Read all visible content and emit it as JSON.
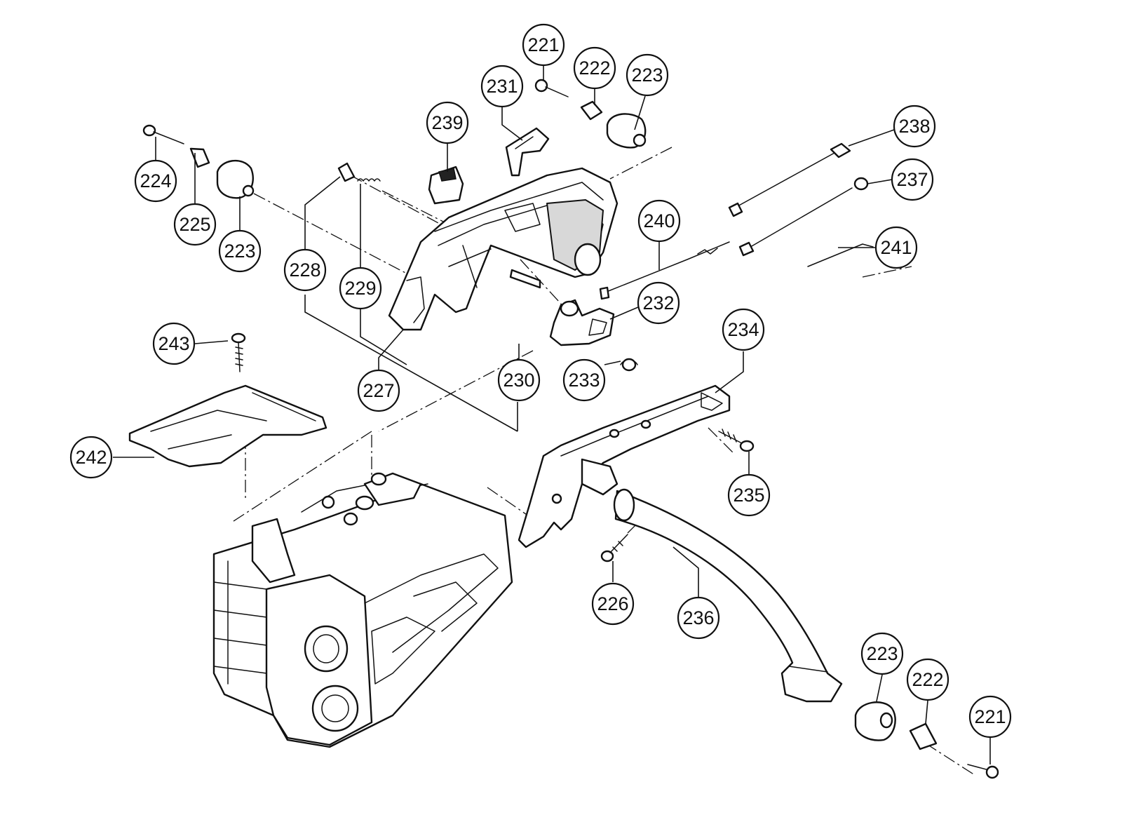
{
  "callouts": [
    {
      "label": "221"
    },
    {
      "label": "222"
    },
    {
      "label": "223"
    },
    {
      "label": "231"
    },
    {
      "label": "239"
    },
    {
      "label": "224"
    },
    {
      "label": "225"
    },
    {
      "label": "223"
    },
    {
      "label": "228"
    },
    {
      "label": "229"
    },
    {
      "label": "238"
    },
    {
      "label": "237"
    },
    {
      "label": "240"
    },
    {
      "label": "241"
    },
    {
      "label": "232"
    },
    {
      "label": "243"
    },
    {
      "label": "227"
    },
    {
      "label": "230"
    },
    {
      "label": "233"
    },
    {
      "label": "234"
    },
    {
      "label": "242"
    },
    {
      "label": "235"
    },
    {
      "label": "226"
    },
    {
      "label": "236"
    },
    {
      "label": "223"
    },
    {
      "label": "222"
    },
    {
      "label": "221"
    }
  ]
}
